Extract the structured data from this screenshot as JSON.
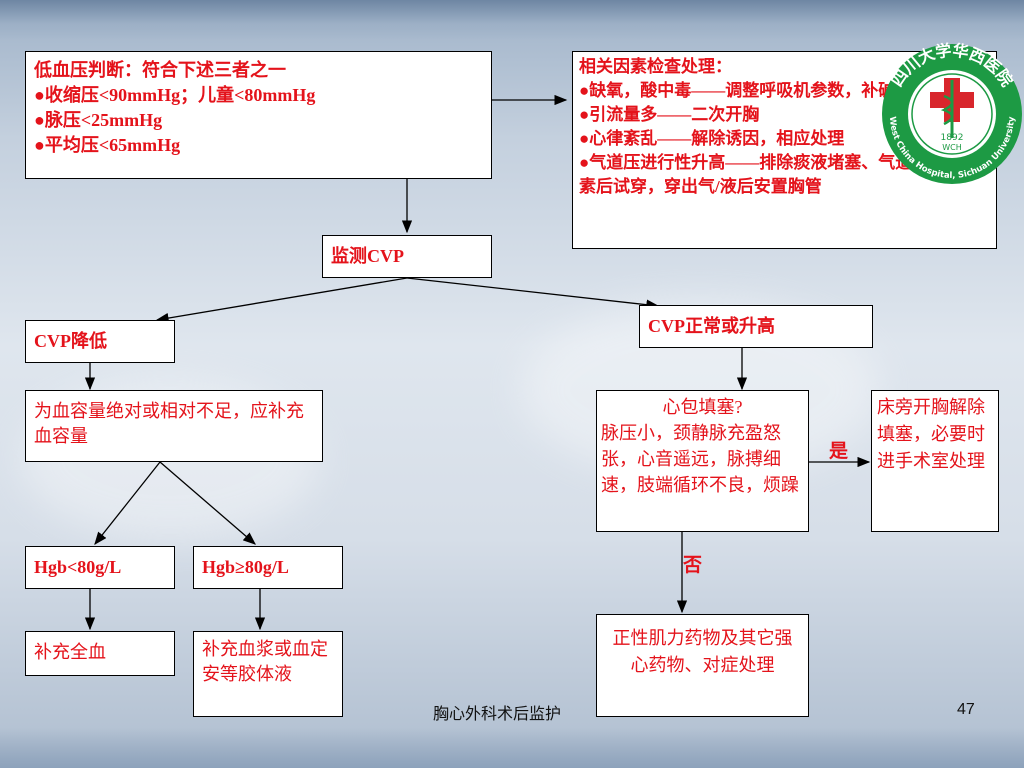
{
  "boxes": {
    "hypotension": {
      "title": "低血压判断：符合下述三者之一",
      "items": [
        "●收缩压<90mmHg；儿童<80mmHg",
        "●脉压<25mmHg",
        "●平均压<65mmHg"
      ]
    },
    "factors": {
      "title": "相关因素检查处理：",
      "items": [
        "●缺氧，酸中毒——调整呼吸机参数，补碱等",
        "●引流量多——二次开胸",
        "●心律紊乱——解除诱因，相应处理",
        "●气道压进行性升高——排除痰液堵塞、气道痉挛等因素后试穿，穿出气/液后安置胸管"
      ]
    },
    "monitor_cvp": "监测CVP",
    "cvp_low": "CVP降低",
    "cvp_high": "CVP正常或升高",
    "volume": "为血容量绝对或相对不足，应补充血容量",
    "tamponade_q": "心包填塞?",
    "tamponade_desc": "脉压小，颈静脉充盈怒张，心音遥远，脉搏细速，肢端循环不良，烦躁",
    "bedside": "床旁开胸解除填塞，必要时进手术室处理",
    "hgb_low": "Hgb<80g/L",
    "hgb_high": "Hgb≥80g/L",
    "whole_blood": "补充全血",
    "plasma": "补充血浆或血定安等胶体液",
    "inotropes": "正性肌力药物及其它强心药物、对症处理"
  },
  "labels": {
    "yes": "是",
    "no": "否"
  },
  "footer": {
    "title": "胸心外科术后监护",
    "page": "47"
  },
  "logo": {
    "top_text": "四川大学华西医院",
    "ring_text": "West China Hospital, Sichuan University",
    "year": "1892",
    "initials": "WCH"
  },
  "colors": {
    "text_red": "#e4131b",
    "logo_green": "#1d9a44",
    "logo_red": "#d8262c"
  }
}
